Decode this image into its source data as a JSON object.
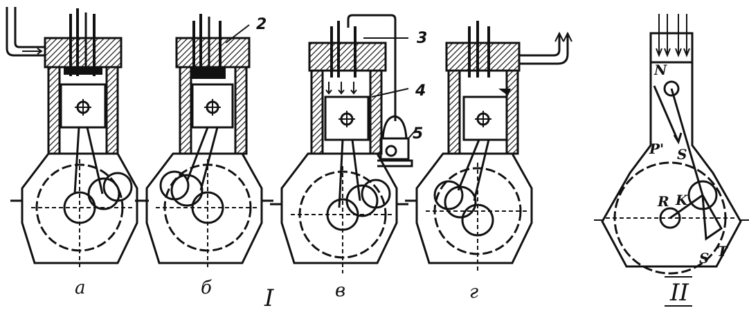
{
  "stage_labels": [
    "а",
    "б",
    "в",
    "г"
  ],
  "group_labels": {
    "first": "I",
    "second": "II"
  },
  "part_numbers": [
    "2",
    "3",
    "4",
    "5"
  ],
  "force_labels": {
    "N": "N",
    "P_prime": "P'",
    "S_rod": "S",
    "S_crank": "S",
    "T": "T",
    "K": "K",
    "R": "R"
  },
  "colors": {
    "ink": "#111111",
    "paper": "#ffffff"
  }
}
